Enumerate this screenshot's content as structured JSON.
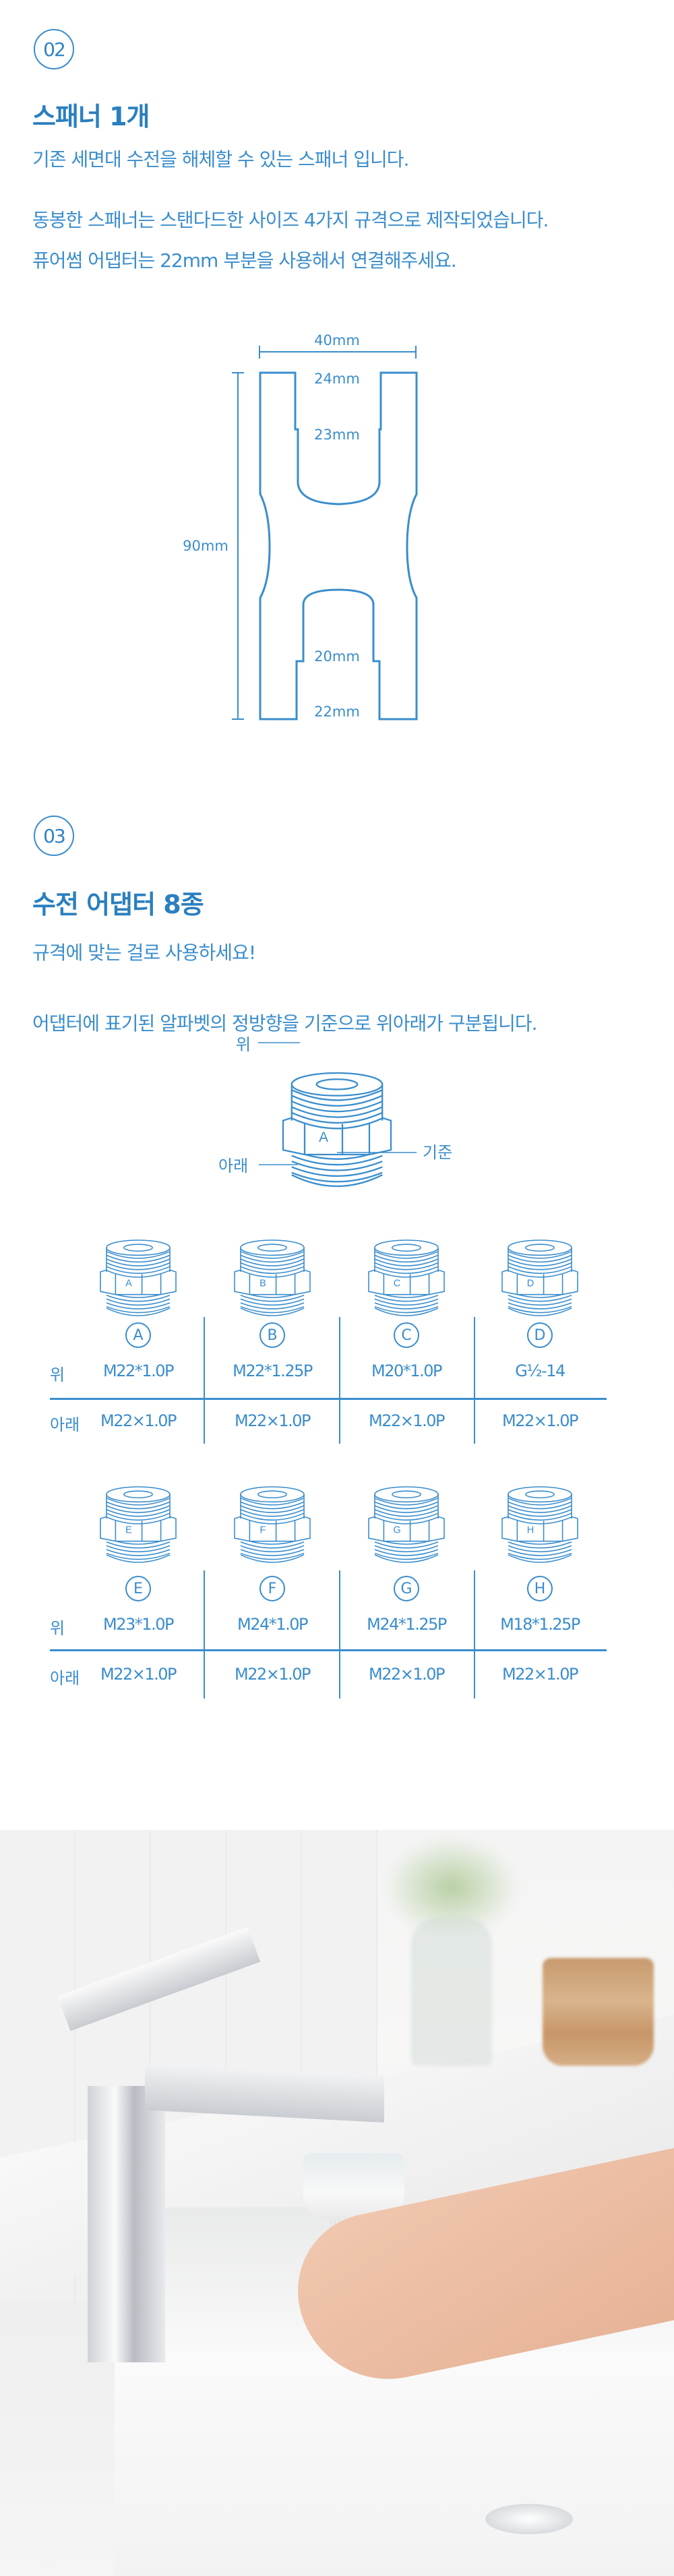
{
  "section2": {
    "number": "02",
    "title": "스패너 1개",
    "line1": "기존 세면대 수전을 해체할 수 있는 스패너 입니다.",
    "line2": "동봉한 스패너는 스탠다드한 사이즈 4가지 규격으로 제작되었습니다.",
    "line3": "퓨어썸 어댑터는 22mm 부분을 사용해서 연결해주세요.",
    "diagram": {
      "width": "40mm",
      "height": "90mm",
      "top_outer": "24mm",
      "top_inner": "23mm",
      "bottom_inner": "20mm",
      "bottom_outer": "22mm"
    }
  },
  "section3": {
    "number": "03",
    "title": "수전 어댑터 8종",
    "line1": "규격에 맞는 걸로 사용하세요!",
    "line2": "어댑터에 표기된 알파벳의 정방향을 기준으로 위아래가 구분됩니다.",
    "legend": {
      "top": "위",
      "bottom": "아래",
      "reference": "기준",
      "sample_letter": "A"
    },
    "row_top_label": "위",
    "row_bottom_label": "아래",
    "adapters": [
      {
        "letter": "A",
        "top": "M22*1.0P",
        "bottom": "M22×1.0P"
      },
      {
        "letter": "B",
        "top": "M22*1.25P",
        "bottom": "M22×1.0P"
      },
      {
        "letter": "C",
        "top": "M20*1.0P",
        "bottom": "M22×1.0P"
      },
      {
        "letter": "D",
        "top": "G½-14",
        "bottom": "M22×1.0P"
      },
      {
        "letter": "E",
        "top": "M23*1.0P",
        "bottom": "M22×1.0P"
      },
      {
        "letter": "F",
        "top": "M24*1.0P",
        "bottom": "M22×1.0P"
      },
      {
        "letter": "G",
        "top": "M24*1.25P",
        "bottom": "M22×1.0P"
      },
      {
        "letter": "H",
        "top": "M18*1.25P",
        "bottom": "M22×1.0P"
      }
    ]
  },
  "colors": {
    "accent": "#2a7fbf",
    "text": "#3a8dcc"
  }
}
